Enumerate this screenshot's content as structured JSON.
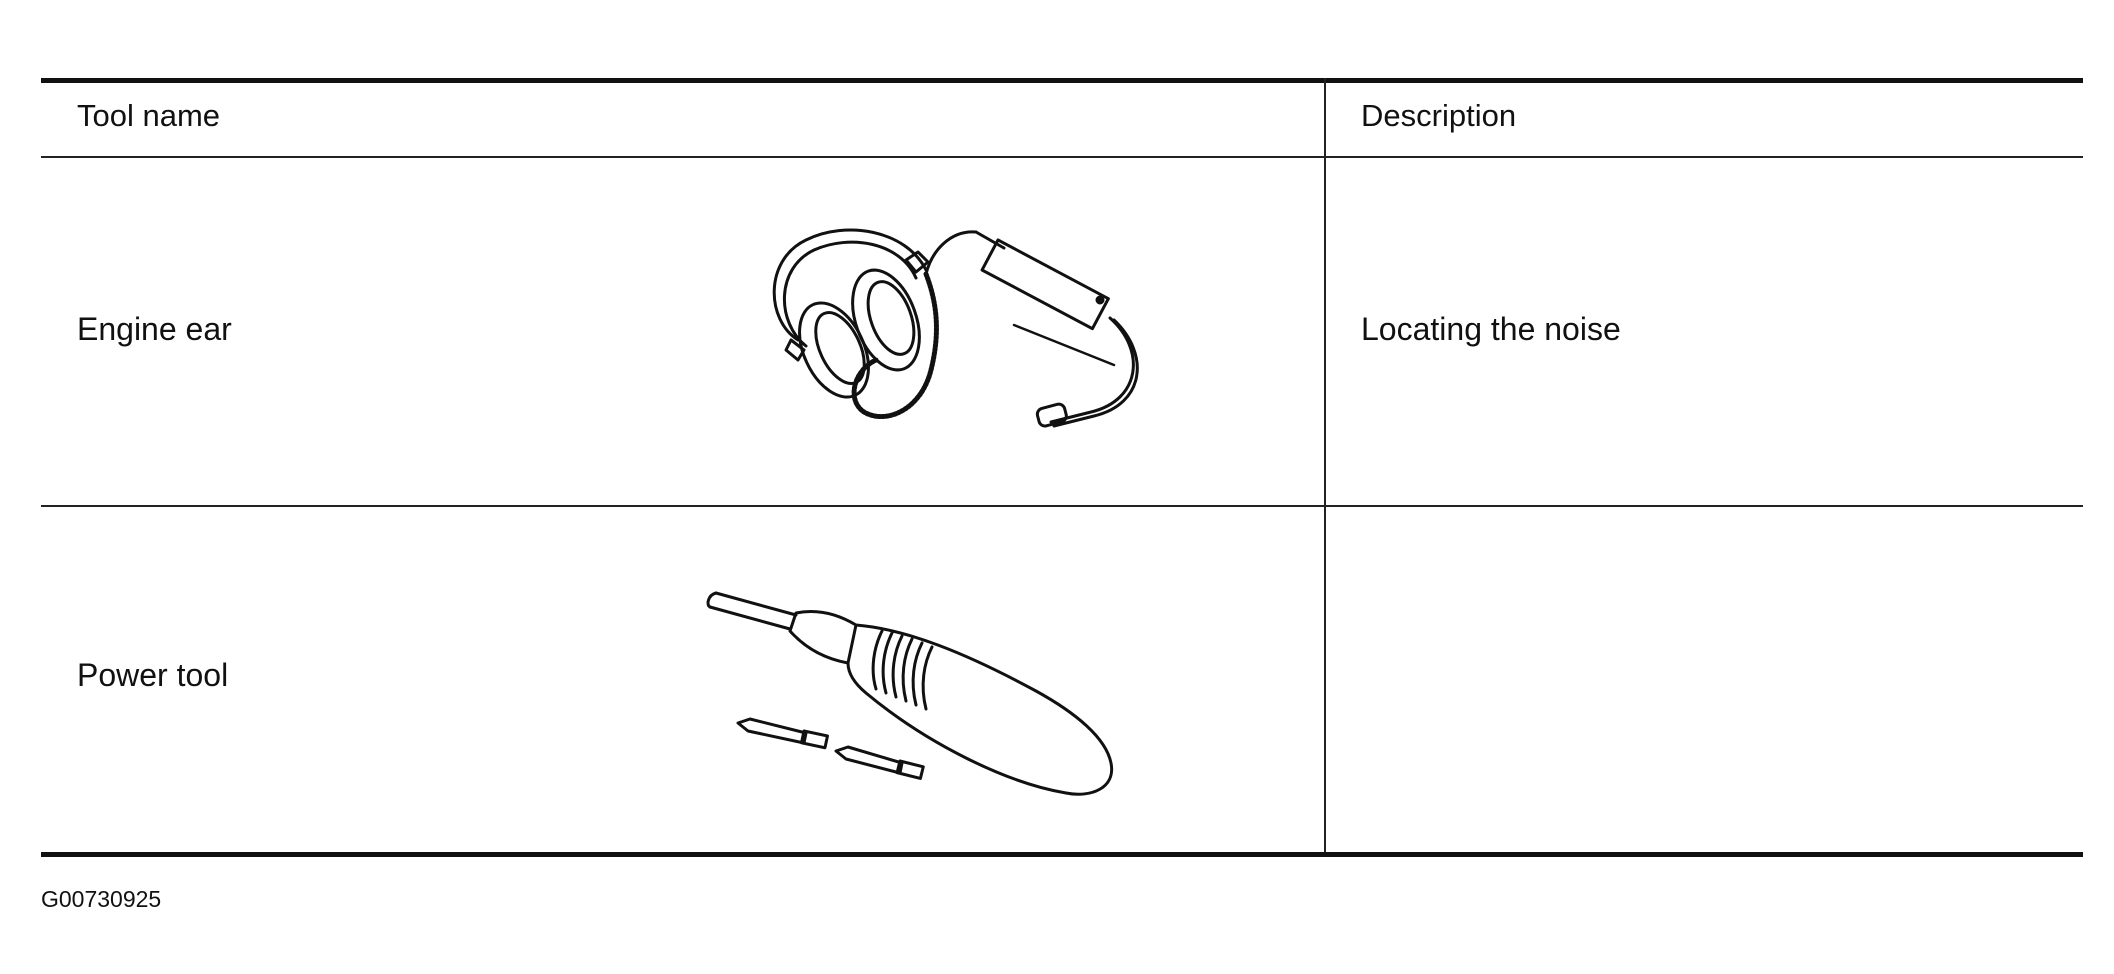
{
  "table": {
    "headers": {
      "tool_name": "Tool name",
      "description": "Description"
    },
    "rows": [
      {
        "name": "Engine ear",
        "description": "Locating the noise",
        "illustration_icon": "stethoscope-headset-icon"
      },
      {
        "name": "Power tool",
        "description": "",
        "illustration_icon": "power-screwdriver-icon"
      }
    ]
  },
  "figure_id": "G00730925",
  "colors": {
    "ink": "#111111",
    "background": "#ffffff"
  }
}
